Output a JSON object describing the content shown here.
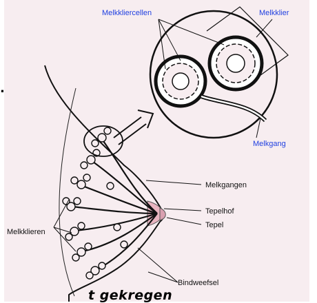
{
  "labels": {
    "melkkliercellen": "Melkkliercellen",
    "melkklier": "Melkklier",
    "melkgang": "Melkgang",
    "melkgangen": "Melkgangen",
    "tepelhof": "Tepelhof",
    "tepel": "Tepel",
    "melkklieren": "Melkklieren",
    "bindweefsel": "Bindweefsel"
  },
  "fragments": {
    "left_dot": ".",
    "bottom_text": "t gekregen"
  },
  "colors": {
    "background": "#f7edf0",
    "blue_labels": "#1f3fe0",
    "nipple": "#e8b4c0"
  }
}
